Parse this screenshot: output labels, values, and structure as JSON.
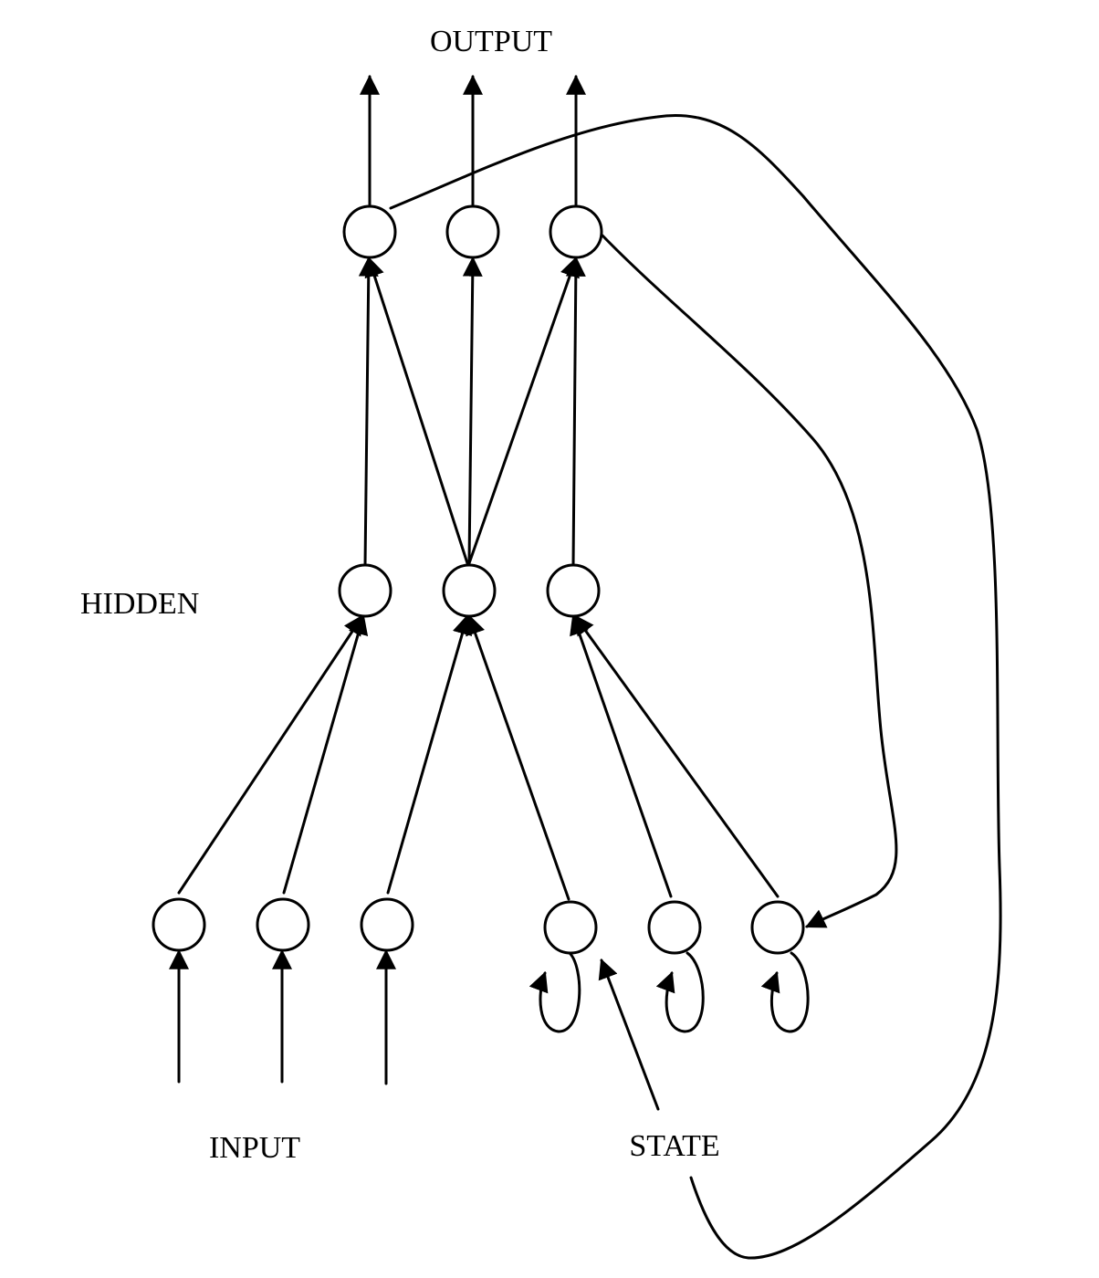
{
  "diagram": {
    "type": "recurrent neural network",
    "labels": {
      "output": "OUTPUT",
      "hidden": "HIDDEN",
      "input": "INPUT",
      "state": "STATE"
    },
    "colors": {
      "stroke": "#000000",
      "background": "#ffffff"
    },
    "layers": {
      "output_units": 3,
      "hidden_units": 3,
      "input_units": 3,
      "state_units": 3
    },
    "connections": [
      "input -> hidden",
      "state -> hidden",
      "hidden -> output",
      "output -> state (feedback)",
      "state -> state (self-loop)"
    ]
  }
}
